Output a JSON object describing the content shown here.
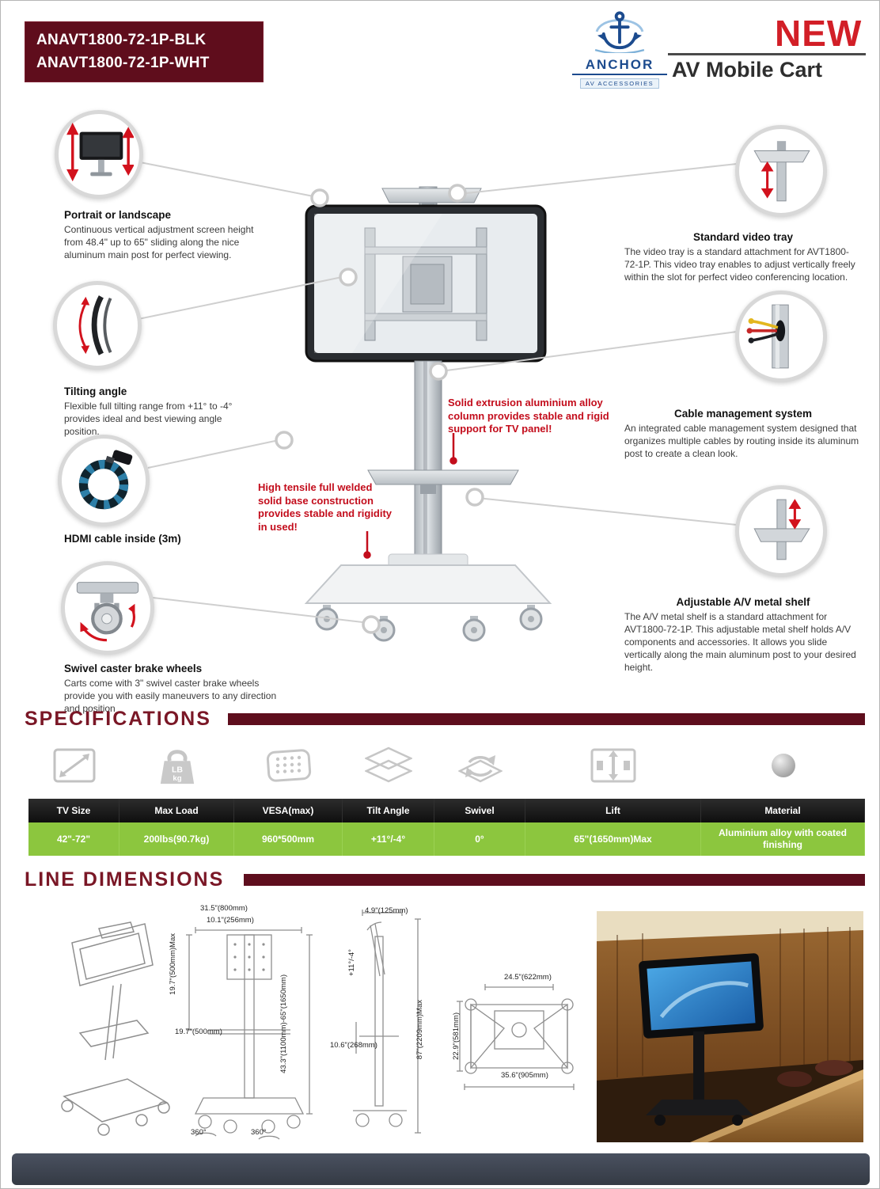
{
  "header": {
    "models": [
      "ANAVT1800-72-1P-BLK",
      "ANAVT1800-72-1P-WHT"
    ],
    "brand": "ANCHOR",
    "brand_sub": "AV ACCESSORIES",
    "badge": "NEW",
    "title": "AV Mobile Cart"
  },
  "features": {
    "portrait": {
      "title": "Portrait or landscape",
      "desc": "Continuous vertical adjustment screen height from 48.4\" up to 65\" sliding along the nice aluminum main post for perfect viewing."
    },
    "tilting": {
      "title": "Tilting angle",
      "desc": "Flexible full tilting range from +11° to -4° provides ideal and best viewing angle position."
    },
    "hdmi": {
      "title": "HDMI cable inside (3m)"
    },
    "caster": {
      "title": "Swivel caster brake wheels",
      "desc": "Carts come with 3\" swivel caster brake wheels provide you with easily maneuvers to any direction and position"
    },
    "video_tray": {
      "title": "Standard video tray",
      "desc": "The video tray is a standard attachment for AVT1800-72-1P. This video tray enables to adjust vertically freely within the slot for perfect video conferencing location."
    },
    "cable_mgmt": {
      "title": "Cable management system",
      "desc": "An integrated cable management system designed that organizes multiple cables by routing inside its aluminum post to create a clean look."
    },
    "shelf": {
      "title": "Adjustable A/V metal shelf",
      "desc": "The A/V metal shelf is a standard attachment for AVT1800-72-1P. This adjustable metal shelf holds A/V components and accessories. It allows you slide vertically along the main aluminum post to your desired height."
    },
    "callout_column": "Solid extrusion aluminium alloy column provides stable and rigid support for TV panel!",
    "callout_base": "High tensile full welded solid base construction provides stable and rigidity in used!"
  },
  "specifications": {
    "heading": "SPECIFICATIONS",
    "weight_lb": "LB",
    "weight_kg": "kg",
    "columns": [
      "TV Size",
      "Max Load",
      "VESA(max)",
      "Tilt Angle",
      "Swivel",
      "Lift",
      "Material"
    ],
    "values": [
      "42\"-72\"",
      "200lbs(90.7kg)",
      "960*500mm",
      "+11°/-4°",
      "0°",
      "65\"(1650mm)Max",
      "Aluminium alloy with coated finishing"
    ]
  },
  "dimensions": {
    "heading": "LINE DIMENSIONS",
    "front": {
      "width_overall": "31.5\"(800mm)",
      "width_inner": "10.1\"(256mm)",
      "tray_travel": "19.7\"(500mm)Max",
      "shelf_width": "19.7\"(500mm)",
      "height_range": "43.3\"(1100mm)-65\"(1650mm)",
      "swivel_left": "360°",
      "swivel_right": "360°"
    },
    "side": {
      "depth_top": "4.9\"(125mm)",
      "tilt": "+11°/-4°",
      "shelf_depth": "10.6\"(268mm)",
      "height_max": "87\"(2209mm)Max"
    },
    "top": {
      "base_width": "24.5\"(622mm)",
      "base_depth": "22.9\"(581mm)",
      "base_span": "35.6\"(905mm)"
    }
  },
  "colors": {
    "maroon": "#5f0d1c",
    "heading_red": "#7a1726",
    "accent_red": "#d21f27",
    "green_row": "#8cc63e",
    "table_header_bg": "#1a1a1a",
    "footer_bg": "#3f4551"
  }
}
